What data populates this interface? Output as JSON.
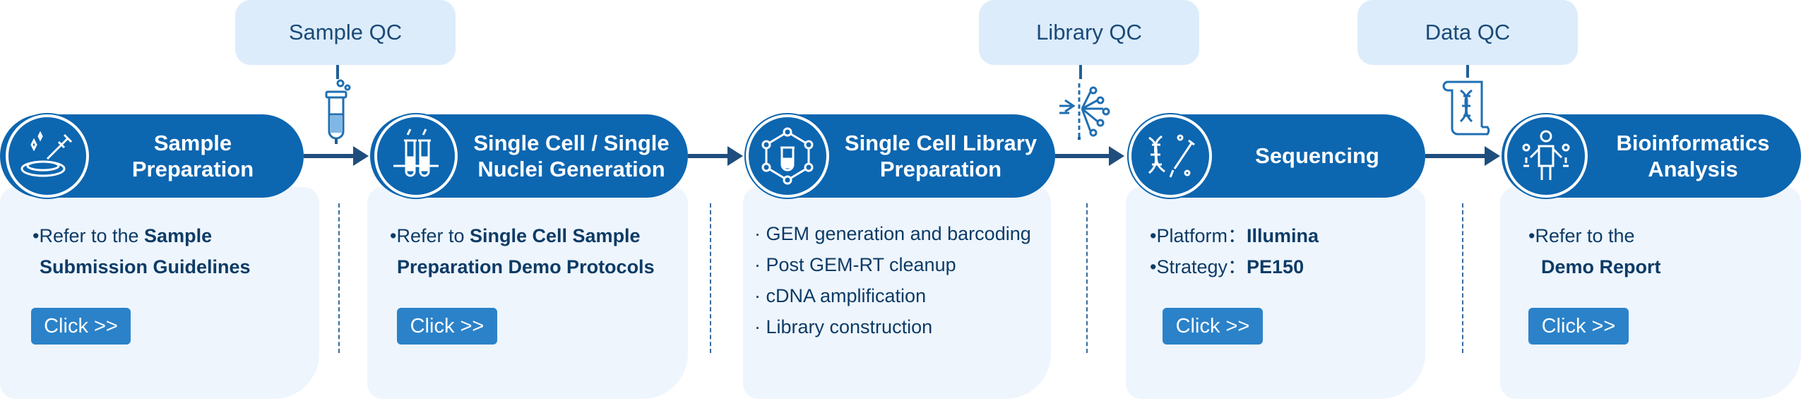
{
  "qc_labels": {
    "sample": "Sample QC",
    "library": "Library QC",
    "data": "Data QC"
  },
  "steps": [
    {
      "title_line1": "Sample",
      "title_line2": "Preparation",
      "icon": "petri-dish-pipette-icon",
      "desc": {
        "prefix": "•Refer to the ",
        "bold1": "Sample",
        "bold2": "Submission Guidelines"
      },
      "button": "Click >>"
    },
    {
      "title_line1": "Single Cell / Single",
      "title_line2": "Nuclei Generation",
      "icon": "test-tubes-icon",
      "desc": {
        "prefix": "•Refer to ",
        "bold1": "Single Cell Sample",
        "bold2": "Preparation Demo Protocols"
      },
      "button": "Click >>"
    },
    {
      "title_line1": "Single Cell Library",
      "title_line2": "Preparation",
      "icon": "molecular-network-icon",
      "items": [
        "· GEM generation and barcoding",
        "· Post GEM-RT cleanup",
        "· cDNA amplification",
        "· Library construction"
      ]
    },
    {
      "title_line1": "Sequencing",
      "title_line2": "",
      "icon": "dna-sequencing-icon",
      "desc": {
        "l1_prefix": "•Platform：",
        "l1_bold": "Illumina",
        "l2_prefix": "•Strategy：",
        "l2_bold": "PE150"
      },
      "button": "Click >>"
    },
    {
      "title_line1": "Bioinformatics",
      "title_line2": "Analysis",
      "icon": "analyst-person-icon",
      "desc": {
        "prefix": "•Refer to the",
        "bold2": "Demo Report"
      },
      "button": "Click >>"
    }
  ],
  "colors": {
    "primary": "#0d66b0",
    "panel": "#eef5fd",
    "qc_bg": "#dcecfb",
    "button": "#2b82c9",
    "text": "#0d3b66"
  }
}
